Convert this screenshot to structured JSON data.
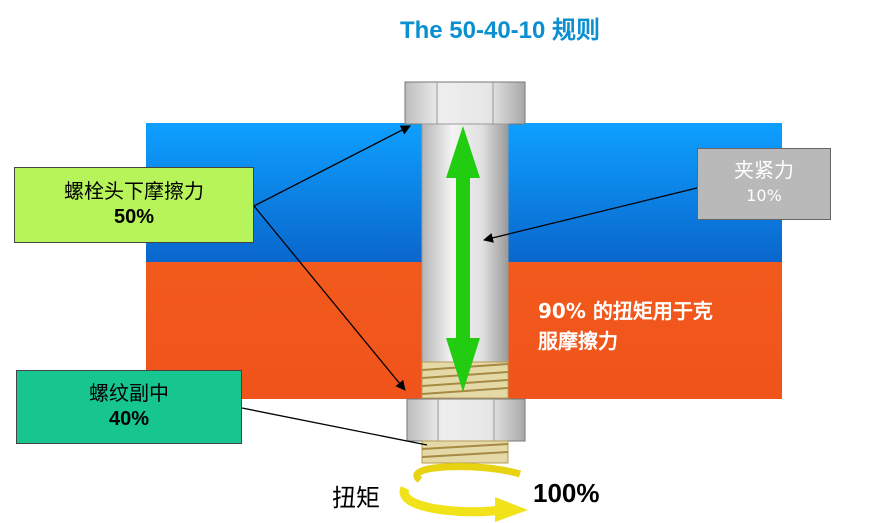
{
  "title": "The 50-40-10 规则",
  "head_friction": {
    "label": "螺栓头下摩擦力",
    "percent": "50%"
  },
  "thread_friction": {
    "label": "螺纹副中",
    "percent": "40%"
  },
  "clamp_force": {
    "label": "夹紧力",
    "percent": "10%"
  },
  "note": {
    "line1": "90% 的扭矩用于克",
    "line2": "服摩擦力"
  },
  "torque": {
    "label": "扭矩",
    "percent": "100%"
  },
  "colors": {
    "title": "#0a8fd0",
    "plate_top": "#0ea0ff",
    "plate_bottom": "#f25a1c",
    "arrow_green": "#22cc11",
    "torque_arrow": "#f2e21a",
    "head_box": "#b6f45a",
    "thread_box": "#17c58f",
    "clamp_box": "#b9b9b9"
  }
}
